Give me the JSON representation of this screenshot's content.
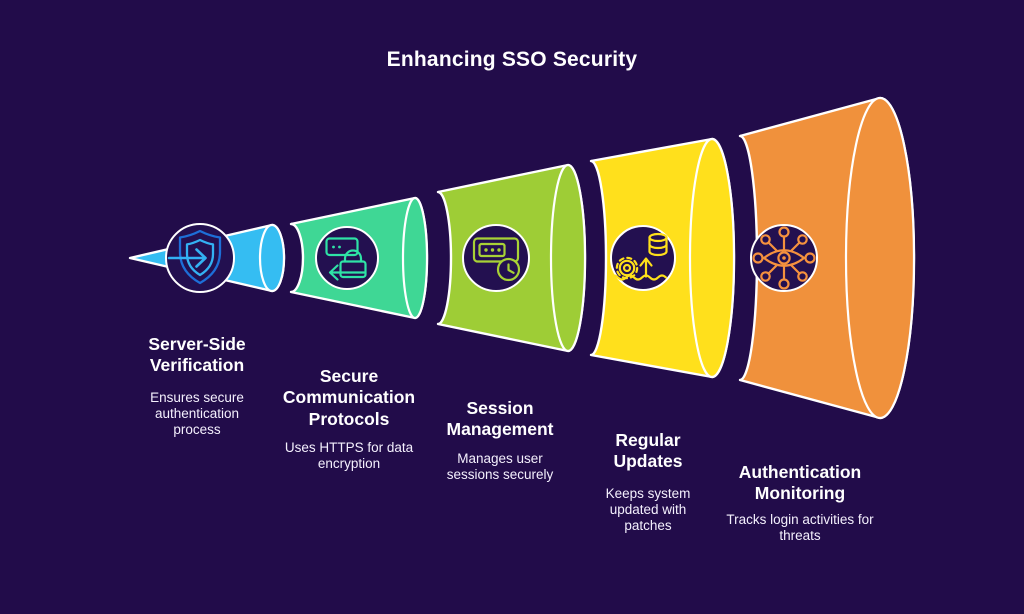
{
  "title": "Enhancing SSO Security",
  "colors": {
    "background": "#220c4a",
    "outline": "#ffffff",
    "circle_fill": "#231050",
    "text": "#ffffff"
  },
  "steps": [
    {
      "title": "Server-Side Verification",
      "description": "Ensures secure authentication process",
      "funnel_color": "#35bdf2",
      "icon": "shield-arrow-icon",
      "icon_color": "#33b1f3",
      "icon_color_secondary": "#1d6fd8"
    },
    {
      "title": "Secure Communication Protocols",
      "description": "Uses HTTPS for data encryption",
      "funnel_color": "#3fd795",
      "icon": "lock-transfer-icon",
      "icon_color": "#2fe3a6"
    },
    {
      "title": "Session Management",
      "description": "Manages user sessions securely",
      "funnel_color": "#9ecd36",
      "icon": "password-clock-icon",
      "icon_color": "#a8d236"
    },
    {
      "title": "Regular Updates",
      "description": "Keeps system updated with patches",
      "funnel_color": "#ffe01c",
      "icon": "gear-update-icon",
      "icon_color": "#ffe01a"
    },
    {
      "title": "Authentication Monitoring",
      "description": "Tracks login activities for threats",
      "funnel_color": "#f0913c",
      "icon": "network-eye-icon",
      "icon_color": "#f5913e"
    }
  ]
}
